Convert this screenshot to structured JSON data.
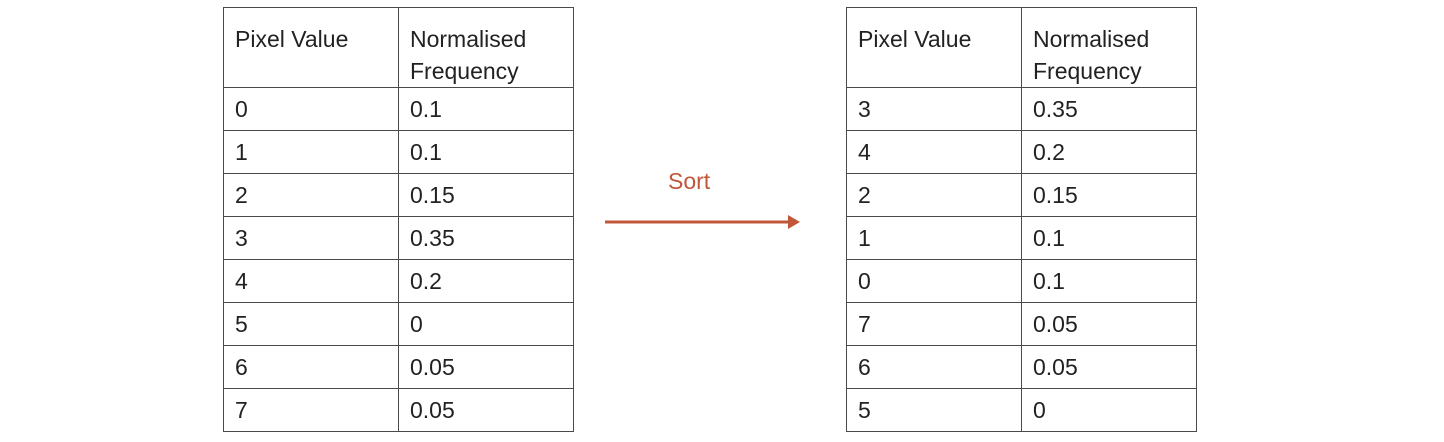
{
  "left_table": {
    "headers": [
      "Pixel Value",
      "Normalised Frequency"
    ],
    "rows": [
      [
        "0",
        "0.1"
      ],
      [
        "1",
        "0.1"
      ],
      [
        "2",
        "0.15"
      ],
      [
        "3",
        "0.35"
      ],
      [
        "4",
        "0.2"
      ],
      [
        "5",
        "0"
      ],
      [
        "6",
        "0.05"
      ],
      [
        "7",
        "0.05"
      ]
    ]
  },
  "arrow": {
    "label": "Sort",
    "color": "#c0573a"
  },
  "right_table": {
    "headers": [
      "Pixel Value",
      "Normalised Frequency"
    ],
    "rows": [
      [
        "3",
        "0.35"
      ],
      [
        "4",
        "0.2"
      ],
      [
        "2",
        "0.15"
      ],
      [
        "1",
        "0.1"
      ],
      [
        "0",
        "0.1"
      ],
      [
        "7",
        "0.05"
      ],
      [
        "6",
        "0.05"
      ],
      [
        "5",
        "0"
      ]
    ]
  }
}
